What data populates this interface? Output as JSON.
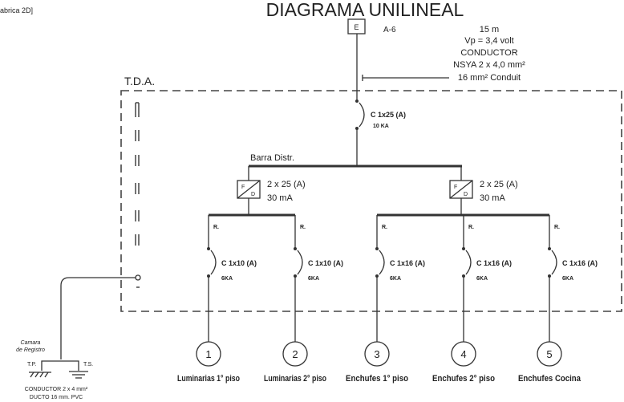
{
  "corner_text": "abrica 2D]",
  "title": "DIAGRAMA UNILINEAL",
  "meter": {
    "symbol": "E",
    "label": "A-6"
  },
  "feeder": [
    "15 m",
    "Vp = 3,4 volt",
    "CONDUCTOR",
    "NSYA 2 x 4,0 mm²",
    "16 mm² Conduit"
  ],
  "panel_label": "T.D.A.",
  "main_breaker": {
    "rating": "C 1x25 (A)",
    "ka": "10 KA"
  },
  "bus_label": "Barra Distr.",
  "differentials": [
    {
      "symbol": "F D",
      "rating": "2 x 25 (A)",
      "sensitivity": "30 mA"
    },
    {
      "symbol": "F D",
      "rating": "2 x 25 (A)",
      "sensitivity": "30 mA"
    }
  ],
  "circuits": [
    {
      "number": "1",
      "tag": "R.",
      "rating": "C 1x10 (A)",
      "ka": "6KA",
      "name": "Luminarias 1° piso"
    },
    {
      "number": "2",
      "tag": "R.",
      "rating": "C 1x10 (A)",
      "ka": "6KA",
      "name": "Luminarias 2° piso"
    },
    {
      "number": "3",
      "tag": "R.",
      "rating": "C 1x16 (A)",
      "ka": "6KA",
      "name": "Enchufes 1° piso"
    },
    {
      "number": "4",
      "tag": "R.",
      "rating": "C 1x16 (A)",
      "ka": "6KA",
      "name": "Enchufes 2° piso"
    },
    {
      "number": "5",
      "tag": "R.",
      "rating": "C 1x16 (A)",
      "ka": "6KA",
      "name": "Enchufes Cocina"
    }
  ],
  "ground": {
    "chamber": [
      "Camara",
      "de Registro"
    ],
    "tp": "T.P.",
    "ts": "T.S.",
    "conductor": "CONDUCTOR 2 x 4 mm²",
    "duct": "DUCTO 16 mm. PVC"
  }
}
